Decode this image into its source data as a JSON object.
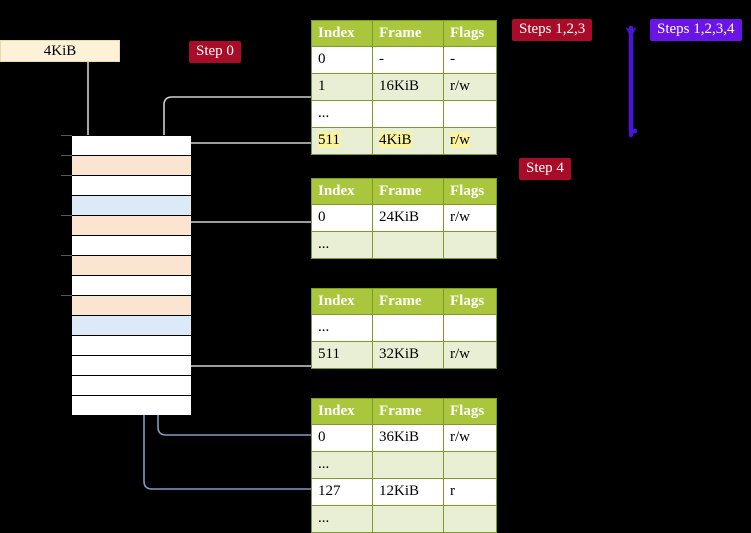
{
  "labels": {
    "size_box": "4KiB",
    "step0": "Step 0",
    "step123": "Steps 1,2,3",
    "step1234": "Steps 1,2,3,4",
    "step4": "Step 4"
  },
  "colors": {
    "table_header": "#a9c63c",
    "table_row_alt": "#e9efd5",
    "highlight": "#faf3a0",
    "badge_red": "#a80c28",
    "badge_violet": "#6a14e8",
    "memory_orange": "#fce5d0",
    "memory_blue": "#dce9f7",
    "size_box_bg": "#fdf1d7",
    "wire_gray": "#cccccc",
    "wire_blue": "#7e9cc4",
    "arrow_gray": "#c8c8c8",
    "arrow_blue": "#4a6fa5"
  },
  "columns": [
    "Index",
    "Frame",
    "Flags"
  ],
  "tables": [
    {
      "name": "pml4",
      "rows": [
        {
          "index": "0",
          "frame": "-",
          "flags": "-",
          "shade": "odd",
          "highlight": false
        },
        {
          "index": "1",
          "frame": "16KiB",
          "flags": "r/w",
          "shade": "even",
          "highlight": false
        },
        {
          "index": "...",
          "frame": "",
          "flags": "",
          "shade": "odd",
          "highlight": false
        },
        {
          "index": "511",
          "frame": "4KiB",
          "flags": "r/w",
          "shade": "even",
          "highlight": true
        }
      ]
    },
    {
      "name": "pdpt",
      "rows": [
        {
          "index": "0",
          "frame": "24KiB",
          "flags": "r/w",
          "shade": "odd",
          "highlight": false
        },
        {
          "index": "...",
          "frame": "",
          "flags": "",
          "shade": "even",
          "highlight": false
        }
      ]
    },
    {
      "name": "pd",
      "rows": [
        {
          "index": "...",
          "frame": "",
          "flags": "",
          "shade": "odd",
          "highlight": false
        },
        {
          "index": "511",
          "frame": "32KiB",
          "flags": "r/w",
          "shade": "even",
          "highlight": false
        }
      ]
    },
    {
      "name": "pt",
      "rows": [
        {
          "index": "0",
          "frame": "36KiB",
          "flags": "r/w",
          "shade": "odd",
          "highlight": false
        },
        {
          "index": "...",
          "frame": "",
          "flags": "",
          "shade": "even",
          "highlight": false
        },
        {
          "index": "127",
          "frame": "12KiB",
          "flags": "r",
          "shade": "odd",
          "highlight": false
        },
        {
          "index": "...",
          "frame": "",
          "flags": "",
          "shade": "even",
          "highlight": false
        }
      ]
    }
  ],
  "memory": {
    "cell_count": 14,
    "cells": [
      {
        "fill": "white",
        "tick": true
      },
      {
        "fill": "orange",
        "tick": true
      },
      {
        "fill": "white",
        "tick": true
      },
      {
        "fill": "blue",
        "tick": false
      },
      {
        "fill": "orange",
        "tick": true
      },
      {
        "fill": "white",
        "tick": false
      },
      {
        "fill": "orange",
        "tick": true
      },
      {
        "fill": "white",
        "tick": false
      },
      {
        "fill": "orange",
        "tick": true
      },
      {
        "fill": "blue",
        "tick": false
      },
      {
        "fill": "white",
        "tick": false
      },
      {
        "fill": "white",
        "tick": false
      },
      {
        "fill": "white",
        "tick": false
      },
      {
        "fill": "white",
        "tick": false
      }
    ]
  }
}
